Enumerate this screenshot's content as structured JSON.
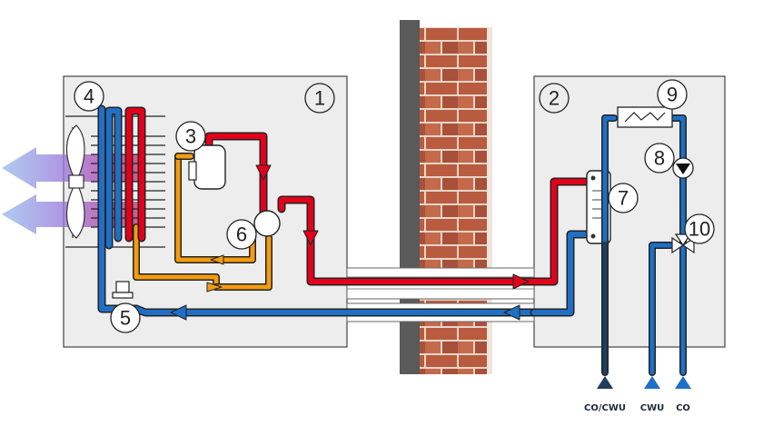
{
  "diagram": {
    "outdoor_unit": {
      "number": "1"
    },
    "indoor_unit": {
      "number": "2"
    },
    "components": [
      {
        "id": "compressor",
        "number": "3"
      },
      {
        "id": "fan-coil",
        "number": "4"
      },
      {
        "id": "expansion-valve",
        "number": "5"
      },
      {
        "id": "four-way-valve",
        "number": "6"
      },
      {
        "id": "heat-exchanger",
        "number": "7"
      },
      {
        "id": "pump",
        "number": "8"
      },
      {
        "id": "electric-heater",
        "number": "9"
      },
      {
        "id": "three-way-valve",
        "number": "10"
      }
    ],
    "ports": {
      "co_cwu": "CO/CWU",
      "cwu": "CWU",
      "co": "CO"
    },
    "colors": {
      "hot": "#e3001b",
      "cold": "#1f6fc5",
      "medium": "#f39c12",
      "dark_pipe": "#1f3f5e",
      "unit_fill": "#ededed",
      "wall_grey": "#5a5a5a",
      "brick": "#b85a3e"
    }
  }
}
